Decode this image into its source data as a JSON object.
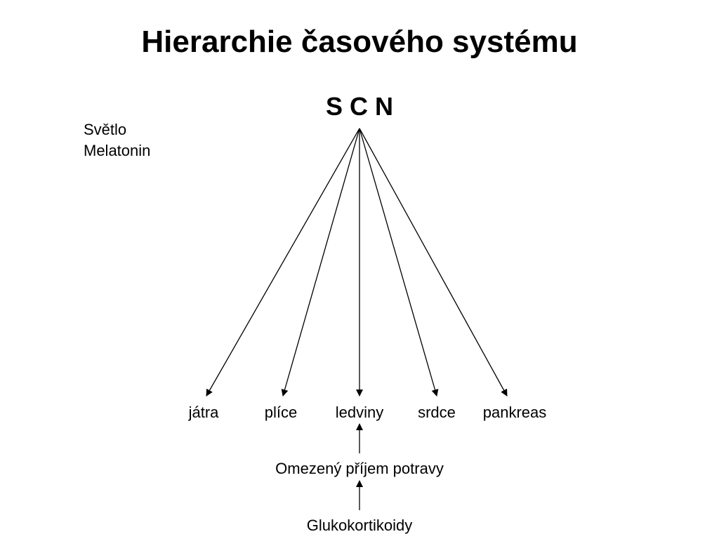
{
  "title": "Hierarchie časového systému",
  "root": "S C N",
  "side_inputs": [
    "Světlo",
    "Melatonin"
  ],
  "targets": [
    "játra",
    "plíce",
    "ledviny",
    "srdce",
    "pankreas"
  ],
  "influences": [
    "Omezený příjem potravy",
    "Glukokortikoidy"
  ]
}
